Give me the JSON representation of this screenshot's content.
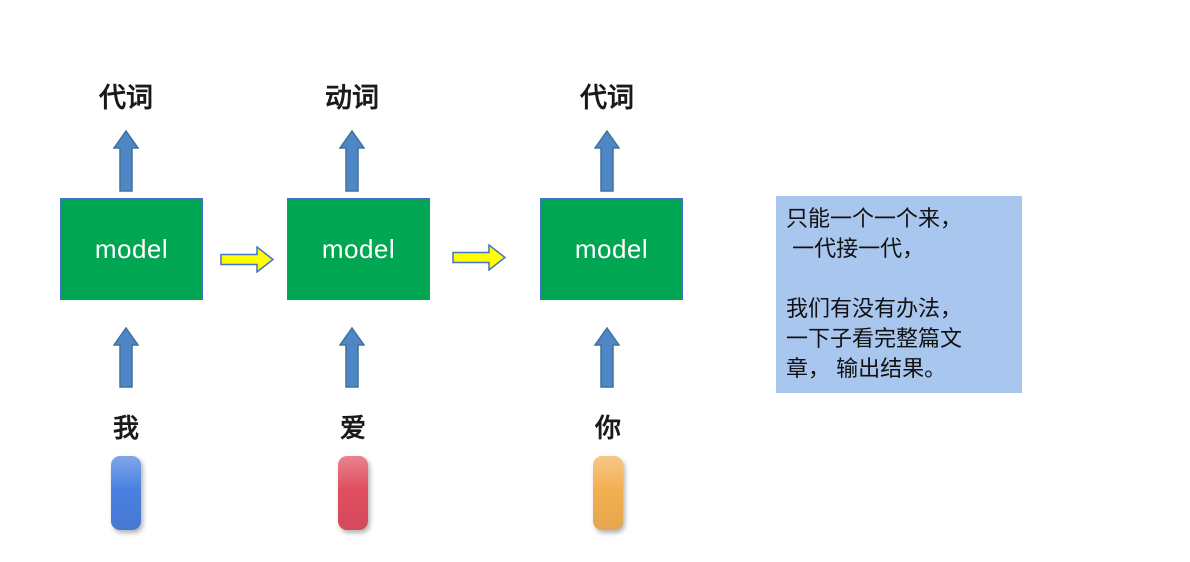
{
  "diagram": {
    "columns": [
      {
        "output_label": "代词",
        "model_label": "model",
        "input_label": "我",
        "token_color": "#4A80E0"
      },
      {
        "output_label": "动词",
        "model_label": "model",
        "input_label": "爱",
        "token_color": "#E04F60"
      },
      {
        "output_label": "代词",
        "model_label": "model",
        "input_label": "你",
        "token_color": "#F3B052"
      }
    ]
  },
  "panel": {
    "bg_color": "#A9C6EE",
    "lines": [
      "只能一个一个来，",
      " 一代接一代，",
      "",
      "我们有没有办法，",
      "一下子看完整篇文",
      "章， 输出结果。"
    ]
  },
  "colors": {
    "model_box_fill": "#00A651",
    "model_box_border": "#4472C4",
    "arrow_fill": "#4F86C6",
    "arrow_border": "#41719C",
    "flow_arrow_fill": "#FFFF00",
    "flow_arrow_border": "#4472C4"
  }
}
